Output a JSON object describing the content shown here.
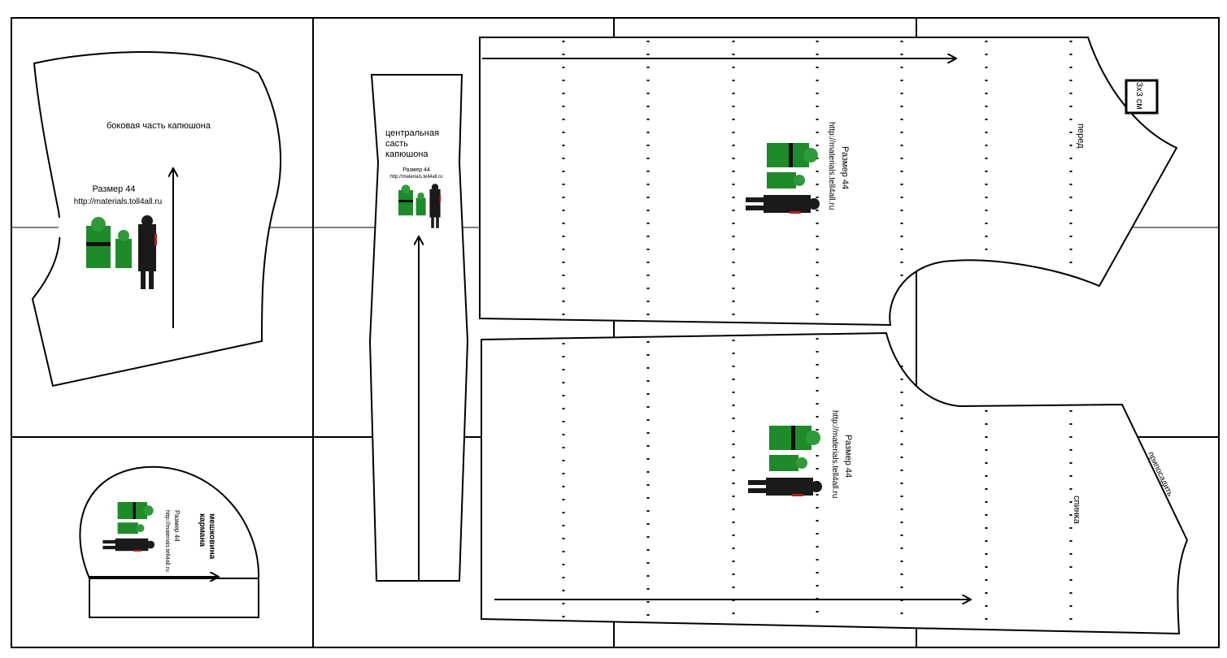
{
  "pieces": {
    "hood_side": {
      "title": "боковая часть капюшона",
      "size": "Размер 44",
      "url": "http://materials.toll4all.ru"
    },
    "hood_center": {
      "title_lines": [
        "центральная",
        "састь",
        "капюшона"
      ],
      "size": "Размер 44",
      "url": "http://materials.tell4all.ru"
    },
    "front": {
      "title": "перед",
      "size": "Размер 44",
      "url": "http://materials.tell4all.ru"
    },
    "back": {
      "title": "спинка",
      "note": "припосадить",
      "size": "Размер 44",
      "url": "http://materials.tell4all.ru"
    },
    "pocket": {
      "title_lines": [
        "мешковина",
        "кармана"
      ],
      "size": "Размер 44",
      "url": "http://materials.tell4all.ru"
    }
  },
  "scale_box": "3x3 см",
  "colors": {
    "figure_green": "#1f8a2a",
    "figure_dark": "#1a1a1a"
  }
}
